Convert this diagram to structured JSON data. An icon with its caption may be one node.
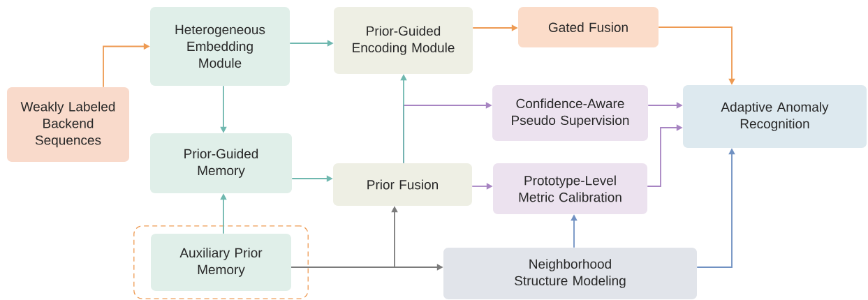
{
  "diagram": {
    "nodes": [
      {
        "text": [
          "Weakly Labeled Backend Sequences"
        ]
      },
      {
        "text": [
          "Heterogeneous Embedding Module"
        ]
      },
      {
        "text": [
          "Prior-Guided Encoding Module"
        ]
      },
      {
        "text": [
          "Gated Fusion"
        ]
      },
      {
        "text": [
          "Confidence-Aware Pseudo Supervision"
        ]
      },
      {
        "text": [
          "Adaptive Anomaly Recognition"
        ]
      },
      {
        "text": [
          "Prior-Guided Memory"
        ]
      },
      {
        "text": [
          "Prior Fusion"
        ]
      },
      {
        "text": [
          "Prototype-Level Metric Calibration"
        ]
      },
      {
        "text": [],
        "shape": "box"
      },
      {
        "text": [
          "Auxiliary Prior Memory"
        ],
        "in": 9
      },
      {
        "text": [
          "Neighborhood Structure Modeling"
        ]
      }
    ],
    "edges": [
      {
        "from": 0,
        "to": 1,
        "arrow": "to",
        "color": "#ee9a52"
      },
      {
        "from": 1,
        "to": 2,
        "arrow": "to"
      },
      {
        "from": 1,
        "to": 6,
        "arrow": "to"
      },
      {
        "from": 6,
        "to": 7,
        "arrow": "to"
      },
      {
        "from": 10,
        "to": 6,
        "arrow": "to"
      },
      {
        "from": 7,
        "to": 2,
        "arrow": "to"
      },
      {
        "from": 7,
        "to": 4,
        "arrow": "to",
        "color": "#a784c2"
      },
      {
        "from": 2,
        "to": 3,
        "arrow": "to",
        "color": "#ee9a52"
      },
      {
        "from": 3,
        "to": 5,
        "arrow": "to",
        "color": "#ee9a52"
      },
      {
        "from": 4,
        "to": 5,
        "arrow": "to",
        "color": "#a784c2"
      },
      {
        "from": 8,
        "to": 5,
        "arrow": "to",
        "color": "#a784c2"
      },
      {
        "from": 7,
        "to": 8,
        "arrow": "to",
        "color": "#a784c2"
      },
      {
        "from": 10,
        "to": 11,
        "arrow": "to",
        "color": "#7b7b7b"
      },
      {
        "from": 10,
        "to": 7,
        "arrow": "to",
        "color": "#7b7b7b"
      },
      {
        "from": 11,
        "to": 8,
        "arrow": "to",
        "color": "#7091c2"
      },
      {
        "from": 11,
        "to": 5,
        "arrow": "to",
        "color": "#7091c2"
      }
    ]
  }
}
